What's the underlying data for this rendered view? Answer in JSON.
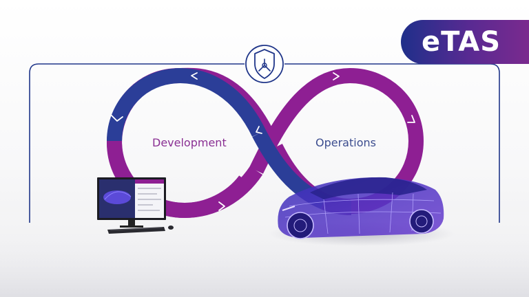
{
  "brand": {
    "name": "ETAS",
    "logo_text": "eTAS"
  },
  "loop": {
    "left_label": "Development",
    "right_label": "Operations"
  },
  "colors": {
    "blue": "#2b3e98",
    "purple": "#8e1f93",
    "frame": "#1f3589",
    "car": "#4b35c8"
  },
  "icons": [
    "shield-icon",
    "monitor-icon",
    "keyboard-icon",
    "mouse-icon",
    "car-icon"
  ]
}
